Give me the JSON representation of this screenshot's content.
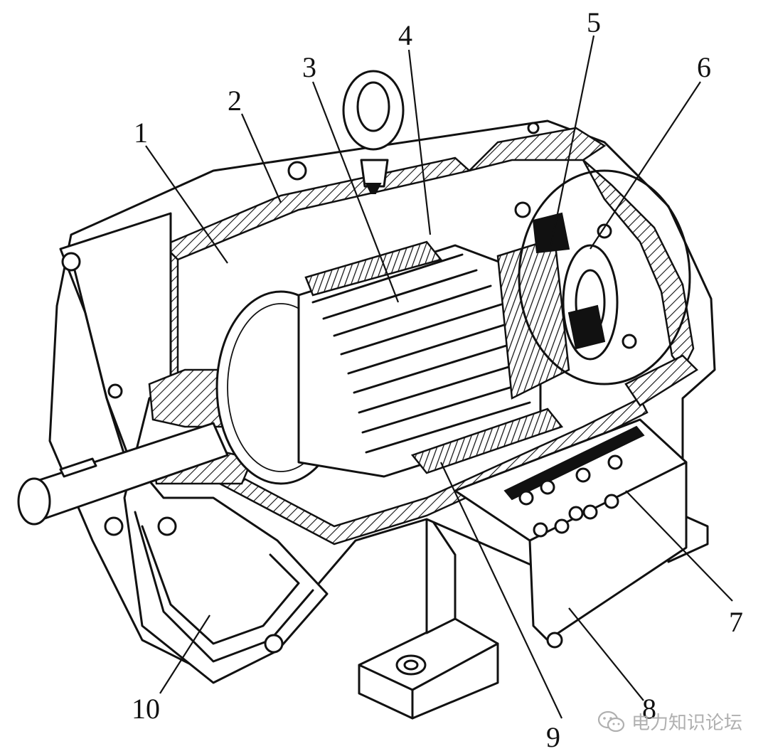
{
  "figure": {
    "callouts": [
      {
        "id": "1",
        "label": "1"
      },
      {
        "id": "2",
        "label": "2"
      },
      {
        "id": "3",
        "label": "3"
      },
      {
        "id": "4",
        "label": "4"
      },
      {
        "id": "5",
        "label": "5"
      },
      {
        "id": "6",
        "label": "6"
      },
      {
        "id": "7",
        "label": "7"
      },
      {
        "id": "8",
        "label": "8"
      },
      {
        "id": "9",
        "label": "9"
      },
      {
        "id": "10",
        "label": "10"
      }
    ]
  },
  "watermark": {
    "text": "电力知识论坛",
    "icon": "wechat-icon"
  }
}
